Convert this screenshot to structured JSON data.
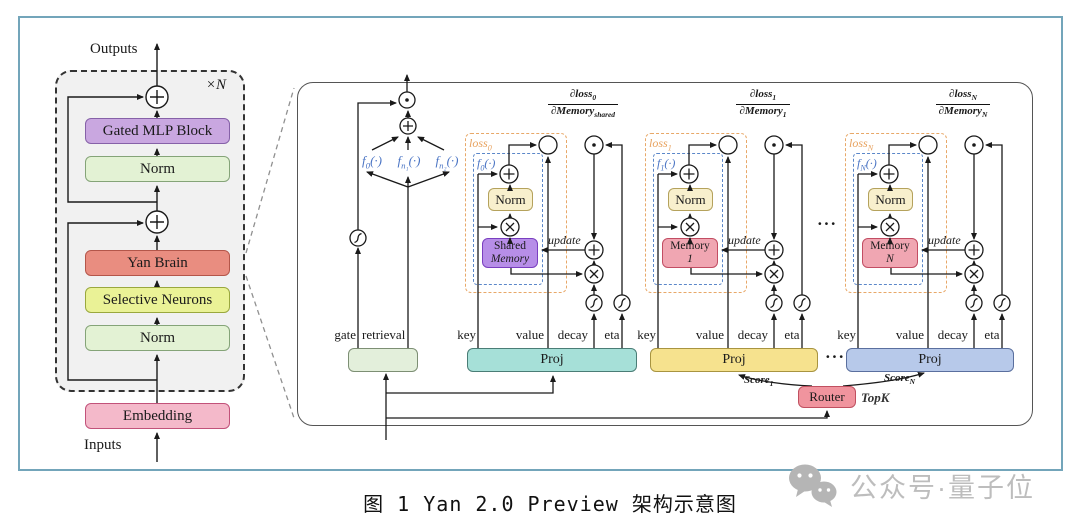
{
  "colors": {
    "frame": "#73a5ba",
    "panel_fill": "#f1f1f1",
    "gated_mlp": "#c9a7e0",
    "gated_mlp_border": "#8661a8",
    "norm_green": "#e3f2d4",
    "norm_green_border": "#85a478",
    "yan_brain": "#e98d80",
    "yan_brain_border": "#b4564a",
    "selective": "#eaf296",
    "selective_border": "#9aa83e",
    "embedding": "#f4b9ca",
    "embedding_border": "#c2527a",
    "norm_cream": "#f8f0cd",
    "norm_cream_border": "#b5a25c",
    "shared_memory": "#b78ee8",
    "shared_memory_border": "#7a3fc0",
    "memory_pink": "#f0a6b2",
    "memory_pink_border": "#c24d63",
    "proj_green": "#e3efdb",
    "proj_green_border": "#7d8f74",
    "proj_teal": "#a6e0d8",
    "proj_teal_border": "#4a7d76",
    "proj_yellow": "#f6e28e",
    "proj_yellow_border": "#a89440",
    "proj_blue": "#b7c9ea",
    "proj_blue_border": "#5a6f9e",
    "router": "#f0949e",
    "router_border": "#c05060",
    "dash_orange": "#e8a868",
    "dash_blue": "#5b87c9",
    "loss_color": "#e8a360",
    "f_color": "#4a74c4",
    "watermark": "#bdbdbd"
  },
  "left_panel": {
    "outputs_label": "Outputs",
    "inputs_label": "Inputs",
    "repeat_label": "×N",
    "blocks": {
      "gated_mlp": "Gated MLP Block",
      "norm_top": "Norm",
      "yan_brain": "Yan Brain",
      "selective_neurons": "Selective Neurons",
      "norm_bottom": "Norm",
      "embedding": "Embedding"
    }
  },
  "right_panel": {
    "gate_label": "gate",
    "retrieval_label": "retrieval",
    "f_funcs": [
      {
        "f": "f",
        "sub": "0",
        "args": "(·)"
      },
      {
        "f": "f",
        "sub": "n₁",
        "args": "(·)"
      },
      {
        "f": "f",
        "sub": "n₂",
        "args": "(·)"
      }
    ],
    "dots": "···",
    "columns": [
      {
        "loss": "loss",
        "loss_sub": "0",
        "f": "f",
        "f_sub": "0",
        "f_args": "(·)",
        "norm": "Norm",
        "memory_line1": "Shared",
        "memory_line2": "Memory",
        "grad_num": "∂loss",
        "grad_num_sub": "0",
        "grad_den": "∂Memory",
        "grad_den_sub": "shared",
        "update": "update",
        "inputs": [
          "key",
          "value",
          "decay",
          "eta"
        ],
        "proj": "Proj"
      },
      {
        "loss": "loss",
        "loss_sub": "1",
        "f": "f",
        "f_sub": "1",
        "f_args": "(·)",
        "norm": "Norm",
        "memory_line1": "Memory",
        "memory_line2": "1",
        "grad_num": "∂loss",
        "grad_num_sub": "1",
        "grad_den": "∂Memory",
        "grad_den_sub": "1",
        "update": "update",
        "inputs": [
          "key",
          "value",
          "decay",
          "eta"
        ],
        "proj": "Proj"
      },
      {
        "loss": "loss",
        "loss_sub": "N",
        "f": "f",
        "f_sub": "N",
        "f_args": "(·)",
        "norm": "Norm",
        "memory_line1": "Memory",
        "memory_line2": "N",
        "grad_num": "∂loss",
        "grad_num_sub": "N",
        "grad_den": "∂Memory",
        "grad_den_sub": "N",
        "update": "update",
        "inputs": [
          "key",
          "value",
          "decay",
          "eta"
        ],
        "proj": "Proj"
      }
    ],
    "router": {
      "label": "Router",
      "topk": "TopK",
      "score_left": "Score",
      "score_left_sub": "1",
      "score_right": "Score",
      "score_right_sub": "N"
    }
  },
  "caption": "图 1  Yan 2.0 Preview 架构示意图",
  "watermark": {
    "text": "公众号·量子位"
  }
}
